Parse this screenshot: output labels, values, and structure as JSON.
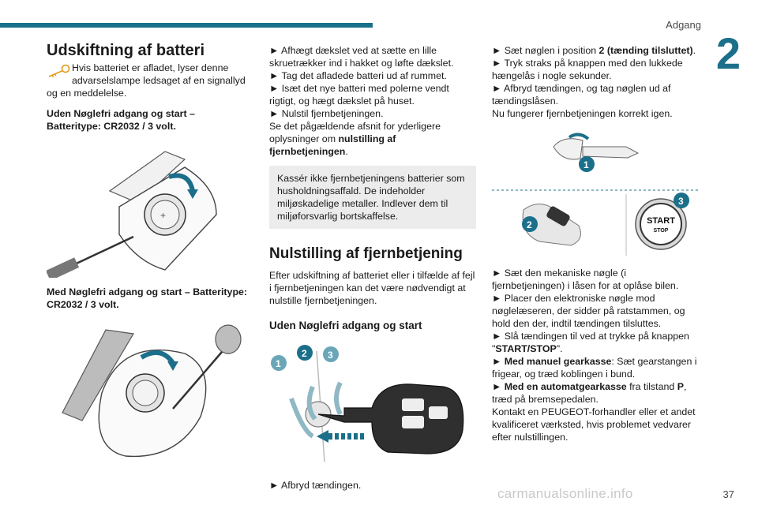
{
  "header": {
    "title": "Adgang",
    "chapter": "2"
  },
  "footer": {
    "page": "37",
    "watermark": "carmanualsonline.info"
  },
  "col1": {
    "heading": "Udskiftning af batteri",
    "warning_line1": "Hvis batteriet er afladet, lyser denne advarselslampe ledsaget af en signallyd",
    "warning_line2": "og en meddelelse.",
    "label_without": "Uden Nøglefri adgang og start – Batteritype: CR2032 / 3 volt.",
    "label_with": "Med Nøglefri adgang og start – Batteritype: CR2032 / 3 volt."
  },
  "col2": {
    "steps": [
      "► Afhægt dækslet ved at sætte en lille skruetrækker ind i hakket og løfte dækslet.",
      "► Tag det afladede batteri ud af rummet.",
      "► Isæt det nye batteri med polerne vendt rigtigt, og hægt dækslet på huset.",
      "► Nulstil fjernbetjeningen."
    ],
    "ref_prefix": "Se det pågældende afsnit for yderligere oplysninger om ",
    "ref_bold": "nulstilling af fjernbetjeningen",
    "ref_suffix": ".",
    "note": "Kassér ikke fjernbetjeningens batterier som husholdningsaffald. De indeholder miljøskadelige metaller. Indlever dem til miljøforsvarlig bortskaffelse.",
    "heading2": "Nulstilling af fjernbetjening",
    "intro": "Efter udskiftning af batteriet eller i tilfælde af fejl i fjernbetjeningen kan det være nødvendigt at nulstille fjernbetjeningen.",
    "sub": "Uden Nøglefri adgang og start",
    "final_step": "► Afbryd tændingen."
  },
  "col3": {
    "s1_prefix": "► Sæt nøglen i position ",
    "s1_bold": "2 (tænding tilsluttet)",
    "s1_suffix": ".",
    "s2": "► Tryk straks på knappen med den lukkede hængelås i nogle sekunder.",
    "s3": "► Afbryd tændingen, og tag nøglen ud af tændingslåsen.",
    "s4": "Nu fungerer fjernbetjeningen korrekt igen.",
    "callouts": [
      "1",
      "2",
      "3"
    ],
    "start_stop_1": "START",
    "start_stop_2": "STOP",
    "t1": "► Sæt den mekaniske nøgle (i fjernbetjeningen) i låsen for at oplåse bilen.",
    "t2": "► Placer den elektroniske nøgle mod nøglelæseren, der sidder på ratstammen, og hold den der, indtil tændingen tilsluttes.",
    "t3_prefix": "► Slå tændingen til ved at trykke på knappen \"",
    "t3_bold": "START/STOP",
    "t3_suffix": "\".",
    "t4_bold": "► Med manuel gearkasse",
    "t4_rest": ": Sæt gearstangen i frigear, og træd koblingen i bund.",
    "t5_bold": "► Med en automatgearkasse",
    "t5_mid": " fra tilstand ",
    "t5_p": "P",
    "t5_rest": ", træd på bremsepedalen.",
    "t6": "Kontakt en PEUGEOT-forhandler eller et andet kvalificeret værksted, hvis problemet vedvarer efter nulstillingen."
  },
  "illus_callouts": [
    "1",
    "2",
    "3"
  ]
}
